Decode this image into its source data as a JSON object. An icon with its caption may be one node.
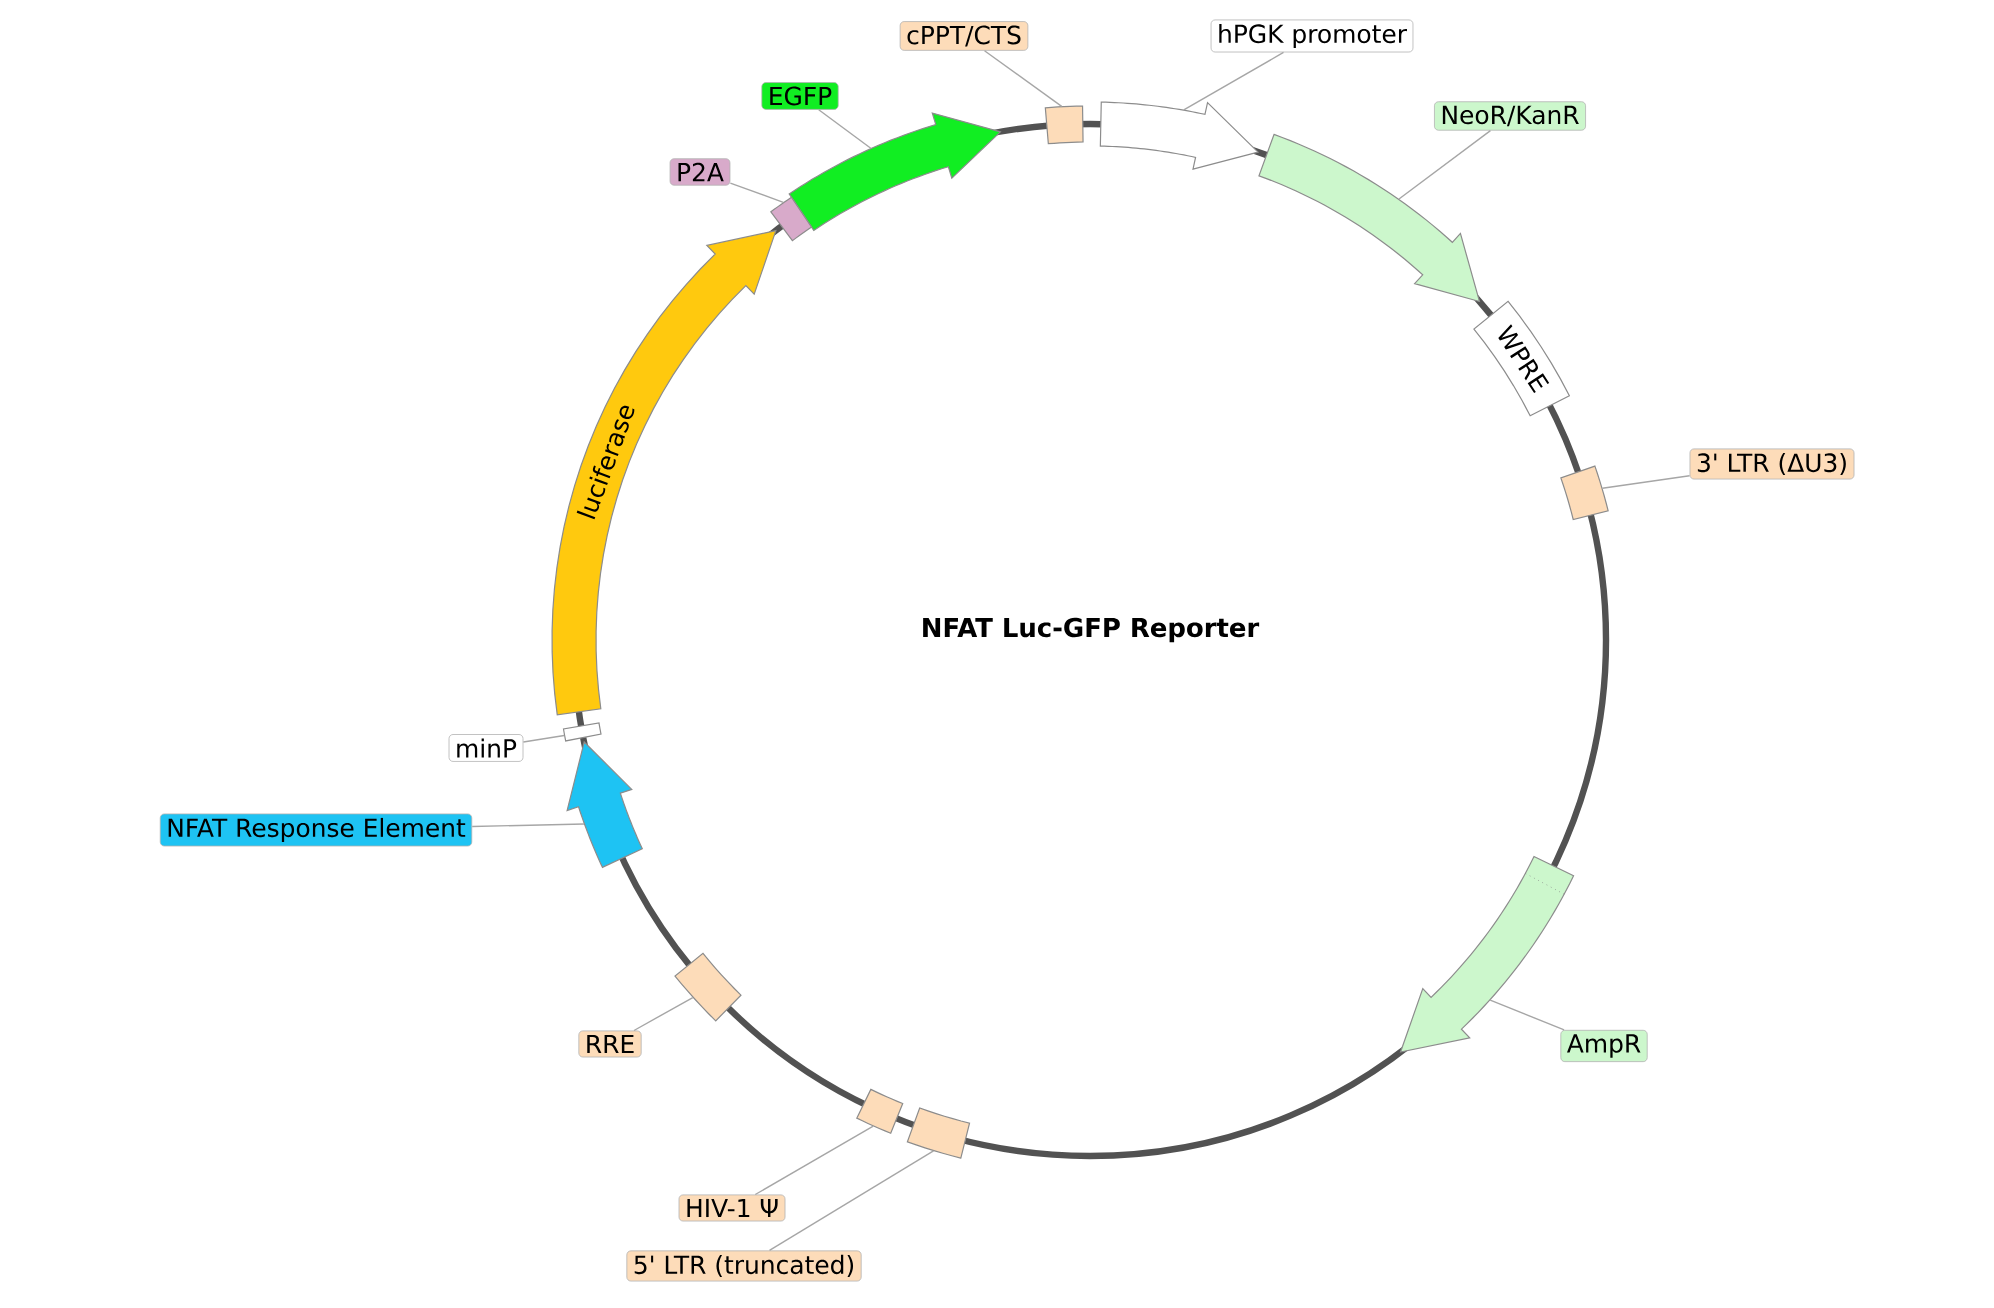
{
  "diagram": {
    "title": "NFAT Luc-GFP Reporter",
    "nodes": [
      {
        "text": [
          "cPPT/CTS"
        ]
      },
      {
        "text": [
          "hPGK promoter"
        ]
      },
      {
        "text": [
          "EGFP"
        ]
      },
      {
        "text": [
          "NeoR/KanR"
        ]
      },
      {
        "text": [
          "P2A"
        ]
      },
      {
        "text": [],
        "shape": "arrow"
      },
      {
        "text": [],
        "shape": "box"
      },
      {
        "text": [],
        "shape": "box"
      },
      {
        "text": [],
        "shape": "arrow"
      },
      {
        "text": [],
        "shape": "arrow"
      },
      {
        "text": [
          "WPRE"
        ]
      },
      {
        "text": [
          "luciferase"
        ]
      },
      {
        "text": [
          "3' LTR (ΔU3)"
        ]
      },
      {
        "text": [],
        "shape": "box"
      },
      {
        "text": [
          "minP"
        ]
      },
      {
        "text": [],
        "shape": "box"
      },
      {
        "text": [
          "NFAT Response Element"
        ]
      },
      {
        "text": [],
        "shape": "arrow"
      },
      {
        "text": [],
        "shape": "arrow"
      },
      {
        "text": [
          "AmpR"
        ]
      },
      {
        "text": [],
        "shape": "box"
      },
      {
        "text": [
          "RRE"
        ]
      },
      {
        "text": [],
        "shape": "box"
      },
      {
        "text": [],
        "shape": "box"
      },
      {
        "text": [
          "HIV-1 Ψ"
        ]
      },
      {
        "text": [
          "5' LTR (truncated)"
        ]
      }
    ],
    "edges": [
      {
        "from": 0,
        "to": 7,
        "arrow": "none"
      },
      {
        "from": 1,
        "to": 8,
        "arrow": "none"
      },
      {
        "from": 2,
        "to": 5,
        "arrow": "none"
      },
      {
        "from": 3,
        "to": 9,
        "arrow": "none"
      },
      {
        "from": 4,
        "to": 6,
        "arrow": "none"
      },
      {
        "from": 12,
        "to": 13,
        "arrow": "none"
      },
      {
        "from": 14,
        "to": 15,
        "arrow": "none"
      },
      {
        "from": 16,
        "to": 17,
        "arrow": "none"
      },
      {
        "from": 19,
        "to": 18,
        "arrow": "none"
      },
      {
        "from": 21,
        "to": 20,
        "arrow": "none"
      },
      {
        "from": 24,
        "to": 22,
        "arrow": "none"
      },
      {
        "from": 25,
        "to": 23,
        "arrow": "none"
      }
    ]
  }
}
